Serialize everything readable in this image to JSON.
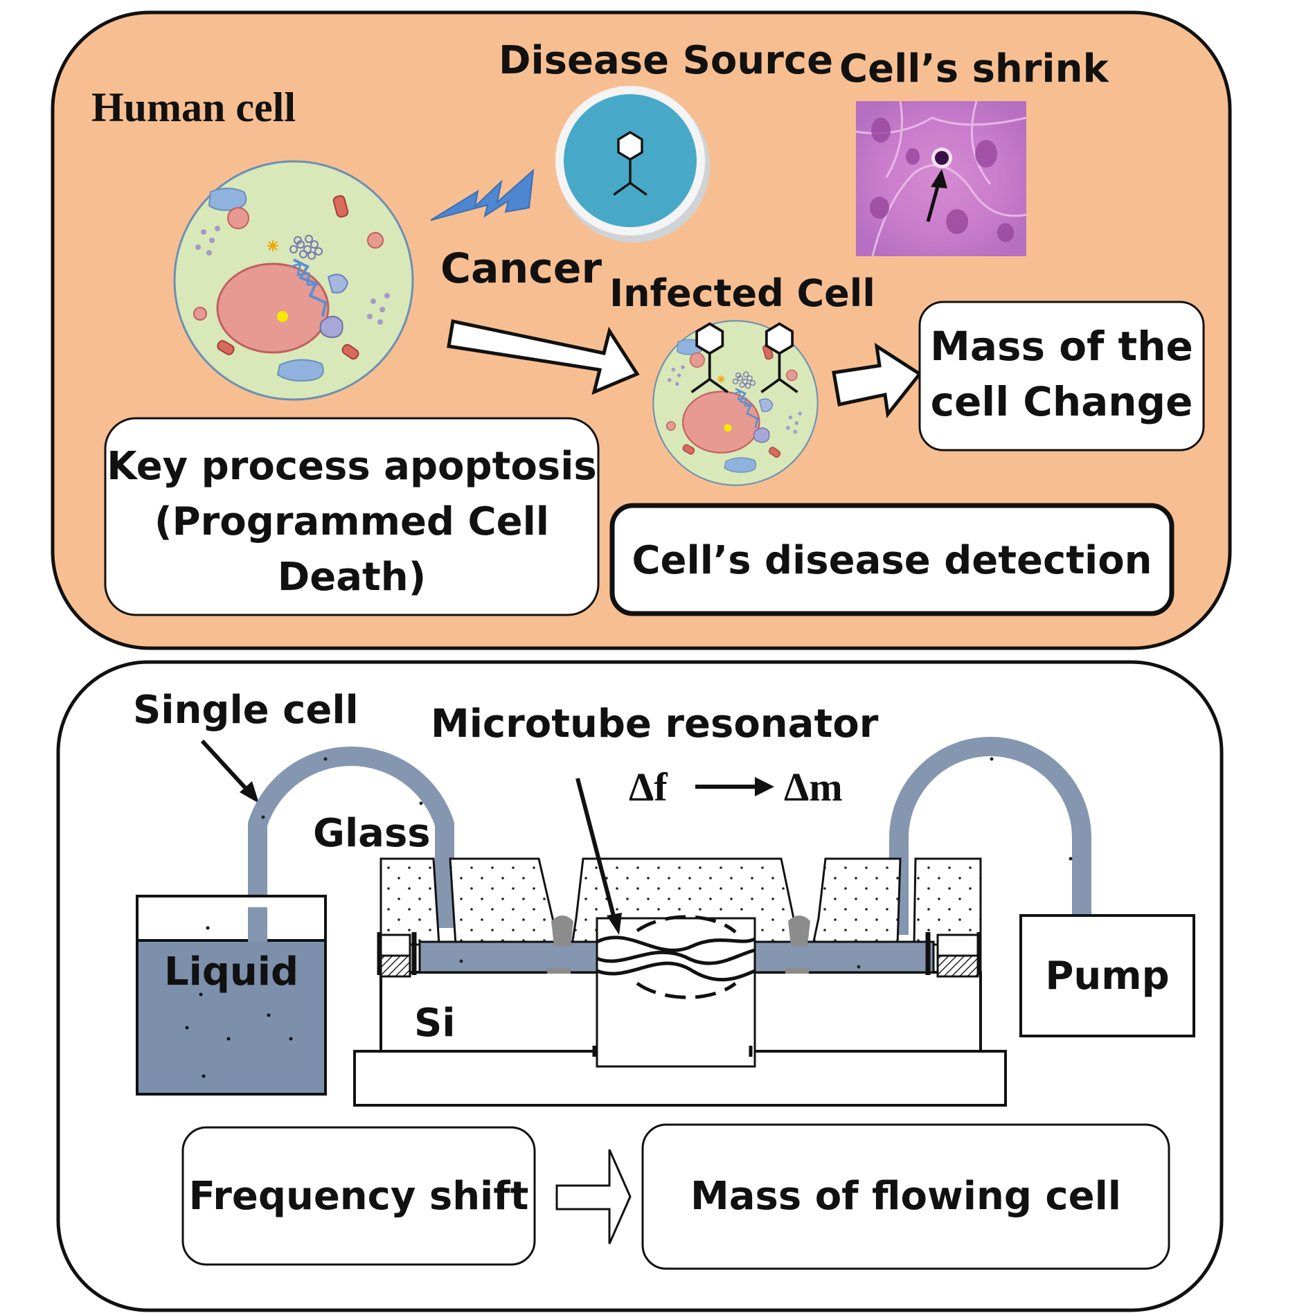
{
  "top_panel": {
    "title": "Human cell",
    "disease_source": "Disease Source",
    "cells_shrink": "Cell’s shrink",
    "cancer": "Cancer",
    "infected_cell": "Infected Cell",
    "mass_change_line1": "Mass of the",
    "mass_change_line2": "cell Change",
    "apoptosis_line1": "Key process apoptosis",
    "apoptosis_line2": "(Programmed Cell",
    "apoptosis_line3": "Death)",
    "detection": "Cell’s disease detection",
    "panel_color": "#f7bf91"
  },
  "bottom_panel": {
    "single_cell": "Single cell",
    "microtube_resonator": "Microtube resonator",
    "delta_f": "Δf",
    "delta_m": "Δm",
    "glass": "Glass",
    "liquid": "Liquid",
    "si": "Si",
    "pump": "Pump",
    "frequency_shift": "Frequency shift",
    "mass_flowing_cell": "Mass of flowing cell",
    "tube_color": "#8596b0",
    "liquid_color": "#7d90ab"
  },
  "icons": {
    "human_cell": "animal-cell-icon",
    "disease_source": "virus-badge-icon",
    "infected_cell": "infected-cell-icon",
    "micrograph": "shrinking-cell-micrograph",
    "lightning": "lightning-bolt-icon"
  }
}
